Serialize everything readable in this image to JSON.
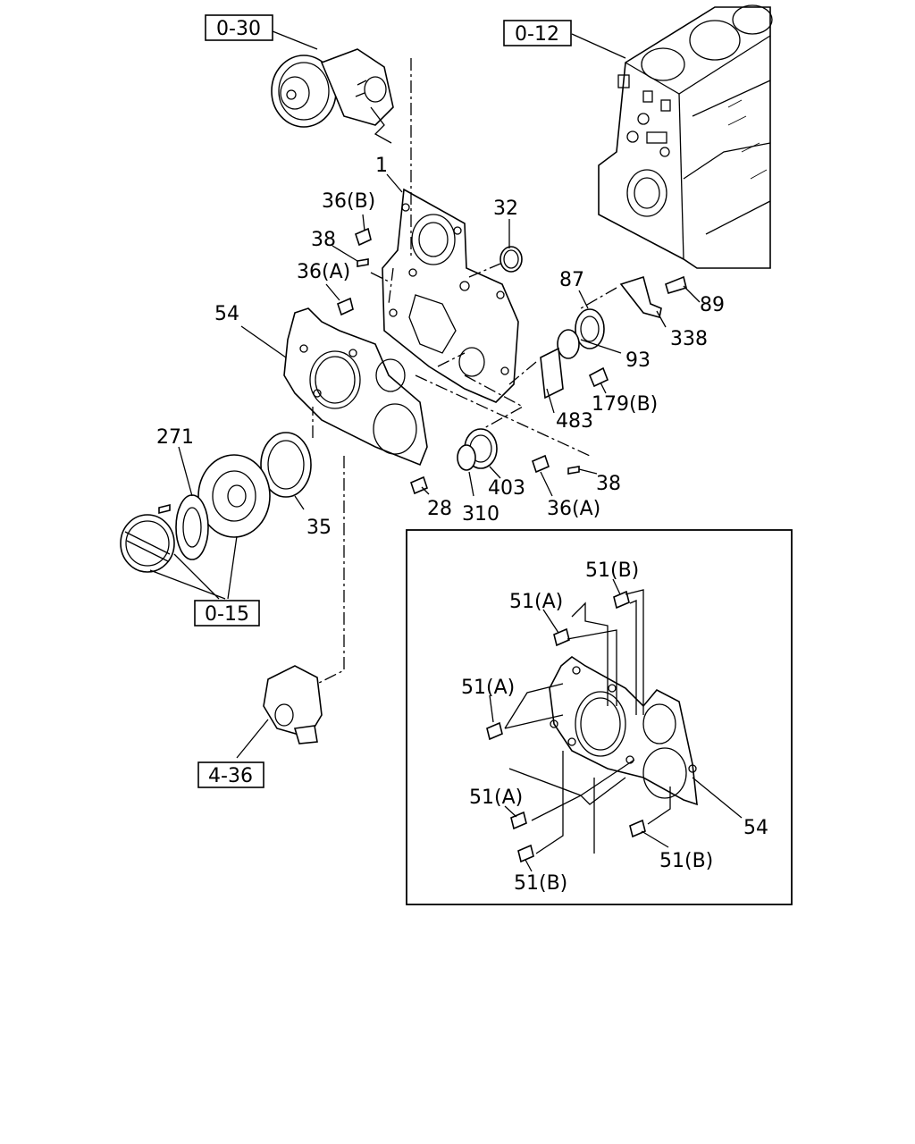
{
  "refs": {
    "r030": "0-30",
    "r012": "0-12",
    "r015": "0-15",
    "r436": "4-36"
  },
  "labels": {
    "p1": "1",
    "p36b": "36(B)",
    "p38a": "38",
    "p36a_top": "36(A)",
    "p32": "32",
    "p54": "54",
    "p87": "87",
    "p89": "89",
    "p338": "338",
    "p93": "93",
    "p179b": "179(B)",
    "p483": "483",
    "p271": "271",
    "p35": "35",
    "p28": "28",
    "p310": "310",
    "p403": "403",
    "p36a_bottom": "36(A)",
    "p38b": "38"
  },
  "inset": {
    "p51b_top": "51(B)",
    "p51a_1": "51(A)",
    "p51a_2": "51(A)",
    "p51a_3": "51(A)",
    "p51b_bl": "51(B)",
    "p51b_br": "51(B)",
    "p54": "54"
  }
}
